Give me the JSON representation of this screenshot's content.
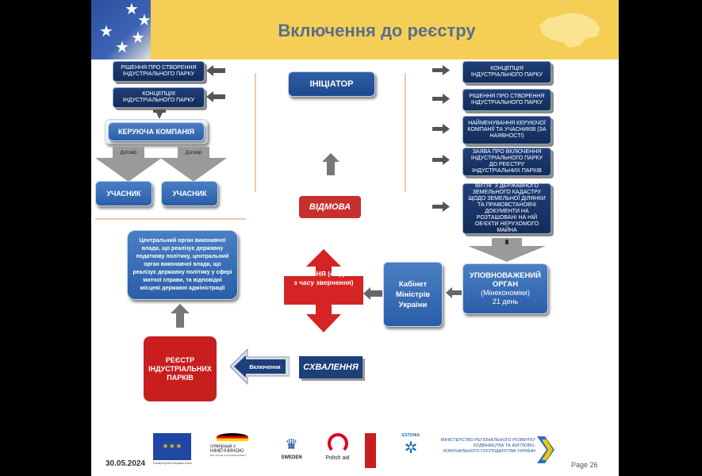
{
  "header": {
    "title": "Включення до реєстру"
  },
  "left": {
    "doc1": "РІШЕННЯ ПРО СТВОРЕННЯ ІНДУСТРІАЛЬНОГО ПАРКУ",
    "doc2": "КОНЦЕПЦІЯ ІНДУСТРІАЛЬНОГО ПАРКУ",
    "company": "КЕРУЮЧА КОМПАНІЯ",
    "contract1": "Договір",
    "contract2": "Договір",
    "member1": "УЧАСНИК",
    "member2": "УЧАСНИК",
    "authority": "Центральний орган виконавчої влади, що реалізує державну податкову політику, центральний орган виконавчої влади, що реалізує державну політику у сфері митної справи, та відповідні місцеві державні адміністрації"
  },
  "center": {
    "initiator": "ІНІЦІАТОР",
    "refusal": "ВІДМОВА",
    "decision": "РІШЕННЯ (45 днів з часу звернення)",
    "approval": "СХВАЛЕННЯ",
    "inclusion": "Включення",
    "registry": "РЕЄСТР ІНДУСТРІАЛЬНИХ ПАРКІВ",
    "cabinet": "Кабінет Міністрів України",
    "authorized_title": "УПОВНОВАЖЕНИЙ ОРГАН",
    "authorized_sub": "(Мінекономіки)",
    "authorized_days": "21 день"
  },
  "right": {
    "docs": [
      "КОНЦЕПЦІЯ ІНДУСТРІАЛЬНОГО ПАРКУ",
      "РІШЕННЯ ПРО СТВОРЕННЯ ІНДУСТРІАЛЬНОГО ПАРКУ",
      "НАЙМЕНУВАННЯ КЕРУЮЧОЇ КОМПАНІЇ ТА УЧАСНИКІВ (ЗА НАЯВНОСТІ)",
      "ЗАЯВА ПРО ВКЛЮЧЕННЯ ІНДУСТРІАЛЬНОГО ПАРКУ ДО РЕЄСТРУ ІНДУСТРІАЛЬНИХ ПАРКІВ",
      "ВИТЯГ З ДЕРЖАВНОГО ЗЕМЕЛЬНОГО КАДАСТРУ ЩОДО ЗЕМЕЛЬНОЇ ДІЛЯНКИ ТА ПРАВОВСТАНОВЧІ ДОКУМЕНТИ НА РОЗТАШОВАНІ НА НІЙ ОБ'ЄКТИ НЕРУХОМОГО МАЙНА"
    ]
  },
  "footer": {
    "date": "30.05.2024",
    "page": "Page 26",
    "logos": {
      "eu": "Funded by the European Union",
      "german_1": "співпраця з",
      "german_2": "НІМЕЧЧИНОЮ",
      "german_3": "DEUTSCHE ZUSAMMENARBEIT",
      "sweden": "SWEDEN",
      "polish": "Polish aid",
      "estonia": "ESTONIA",
      "ministry": "МІНІСТЕРСТВО РЕГІОНАЛЬНОГО РОЗВИТКУ БУДІВНИЦТВА ТА ЖИТЛОВО-КОМУНАЛЬНОГО ГОСПОДАРСТВА УКРАЇНИ"
    }
  },
  "colors": {
    "banner": "#f5cf55",
    "dark_box": "#1f3e78",
    "mid_box": "#3a6eb8",
    "red": "#c81e1e",
    "title": "#5b6f8c"
  }
}
